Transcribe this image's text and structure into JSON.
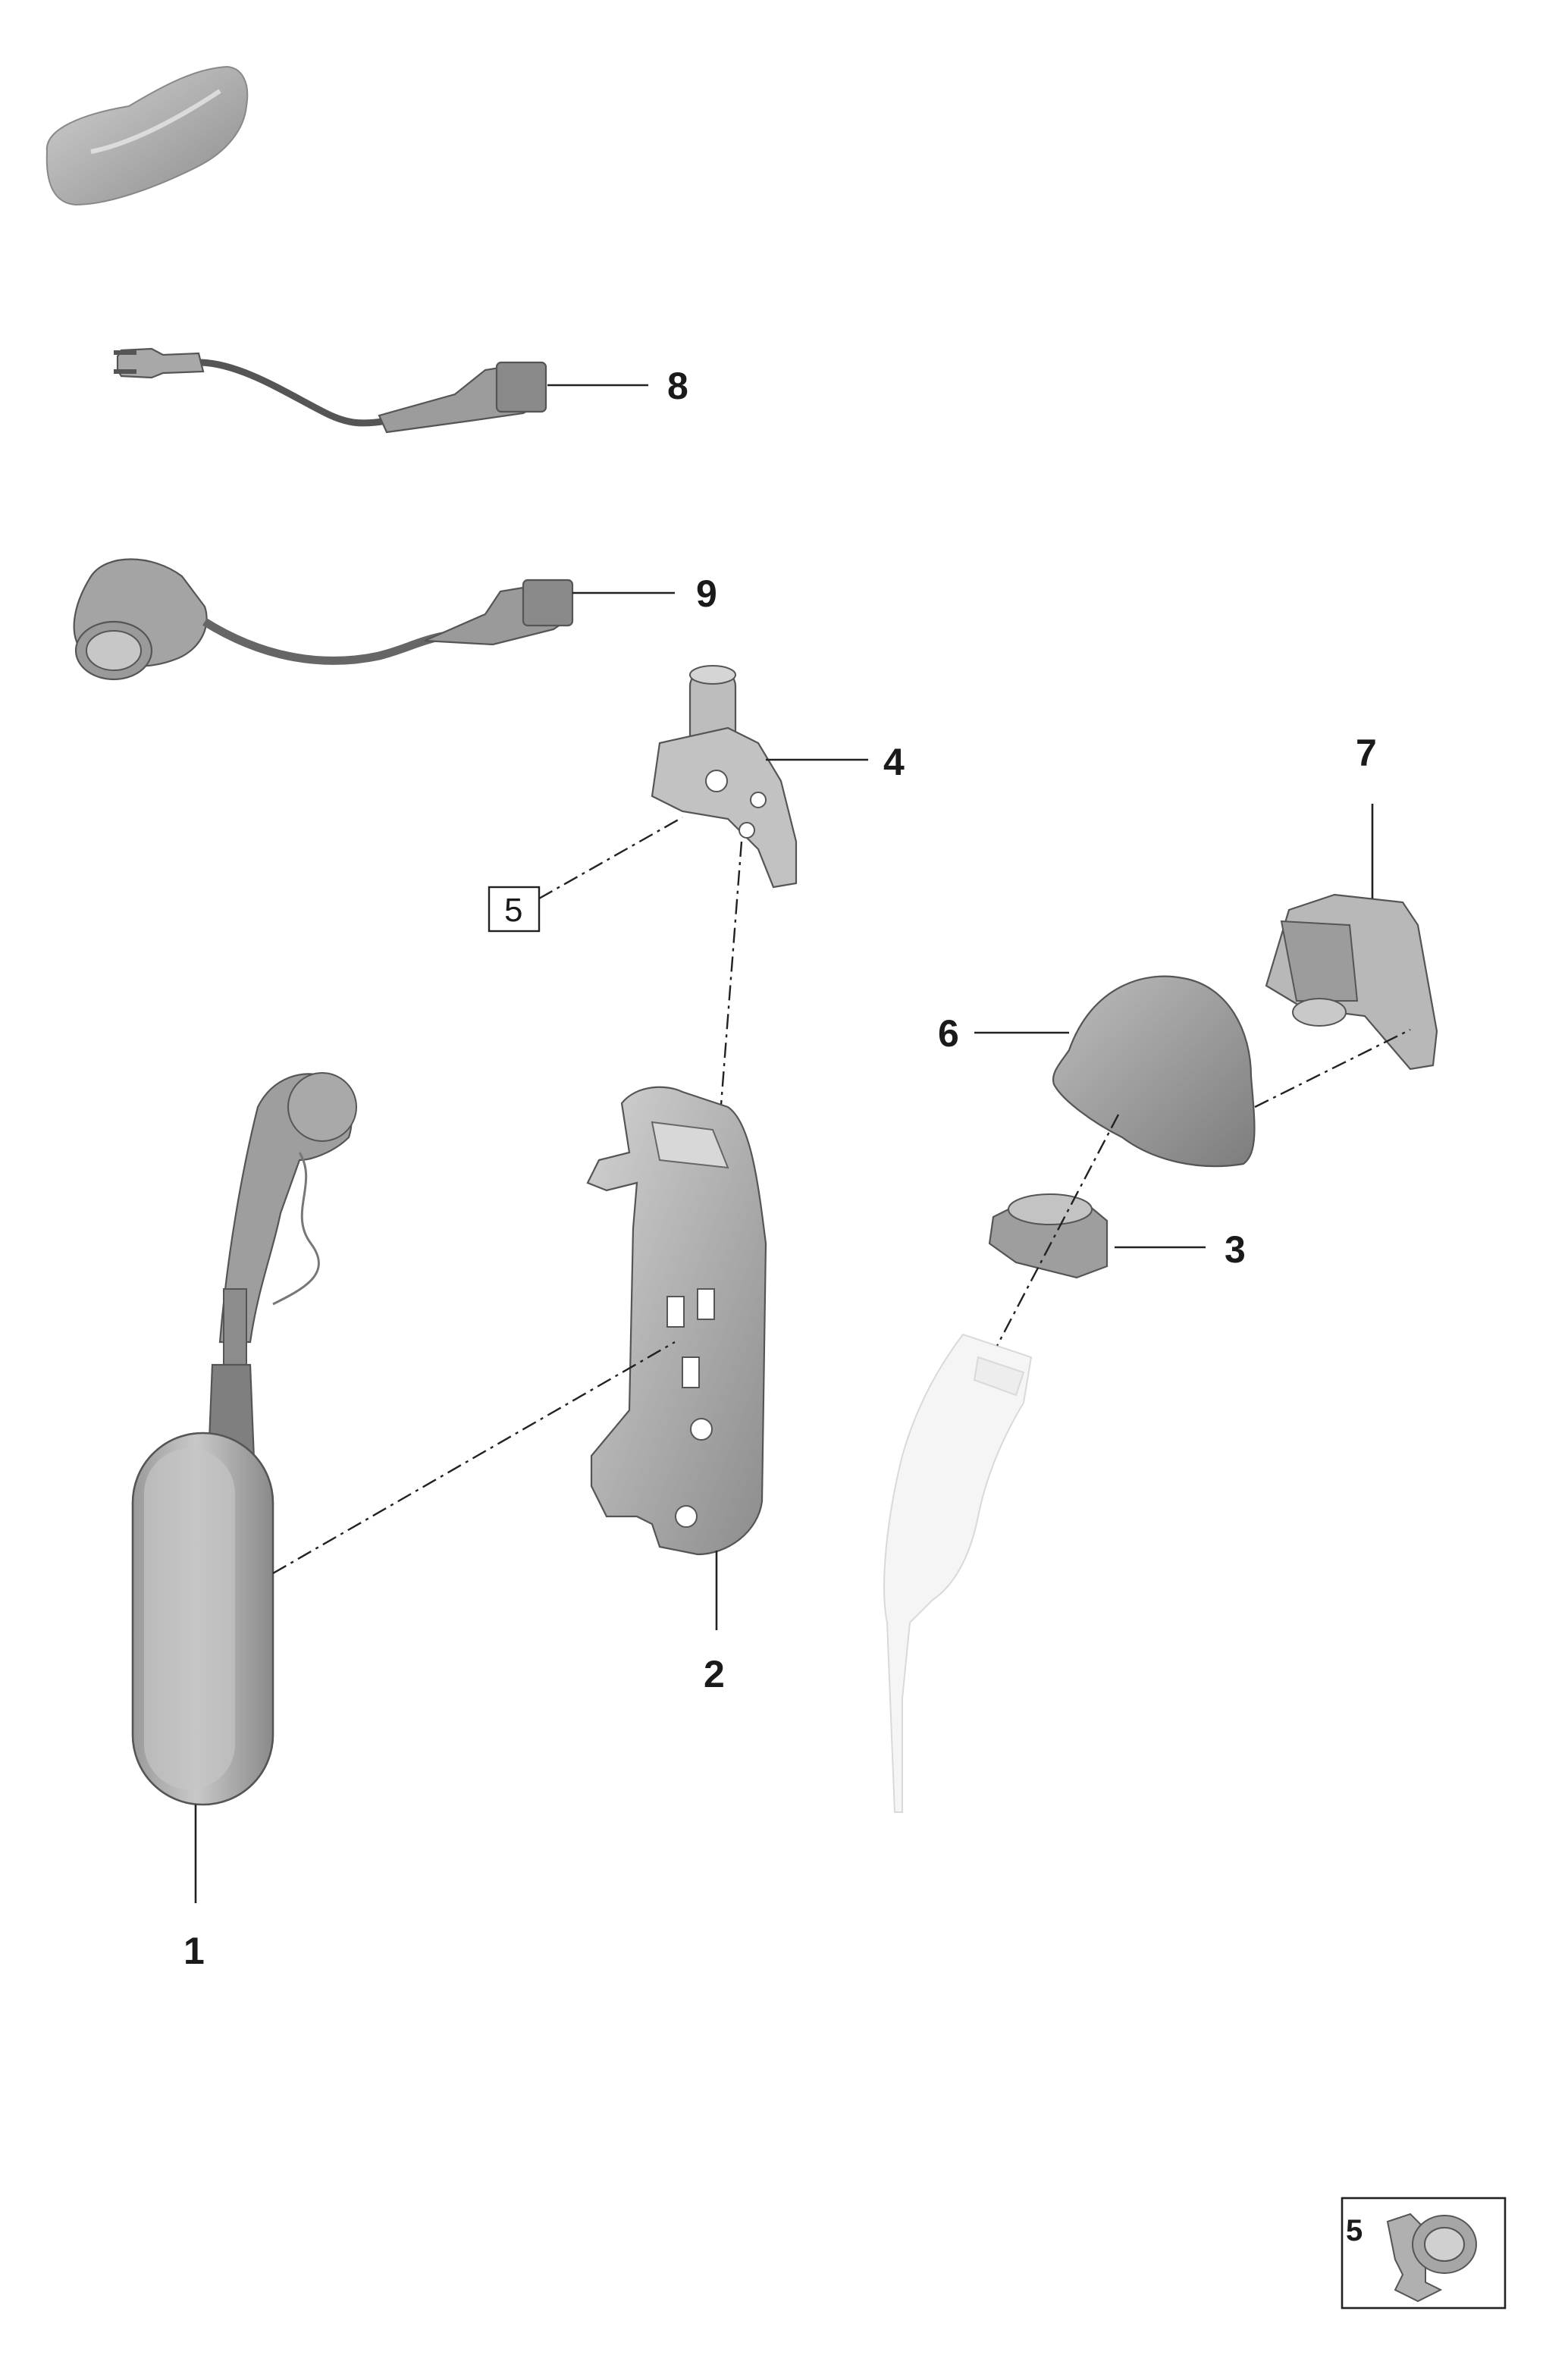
{
  "callouts": {
    "c1": "1",
    "c2": "2",
    "c3": "3",
    "c4": "4",
    "c5_box": "5",
    "c6": "6",
    "c7": "7",
    "c8": "8",
    "c9": "9"
  },
  "inset": {
    "label": "5"
  },
  "colors": {
    "part_fill": "#b9b9b9",
    "part_dark": "#8f8f8f",
    "part_light": "#d6d6d6",
    "ghost_part": "#e2e2e2",
    "line": "#222222"
  }
}
